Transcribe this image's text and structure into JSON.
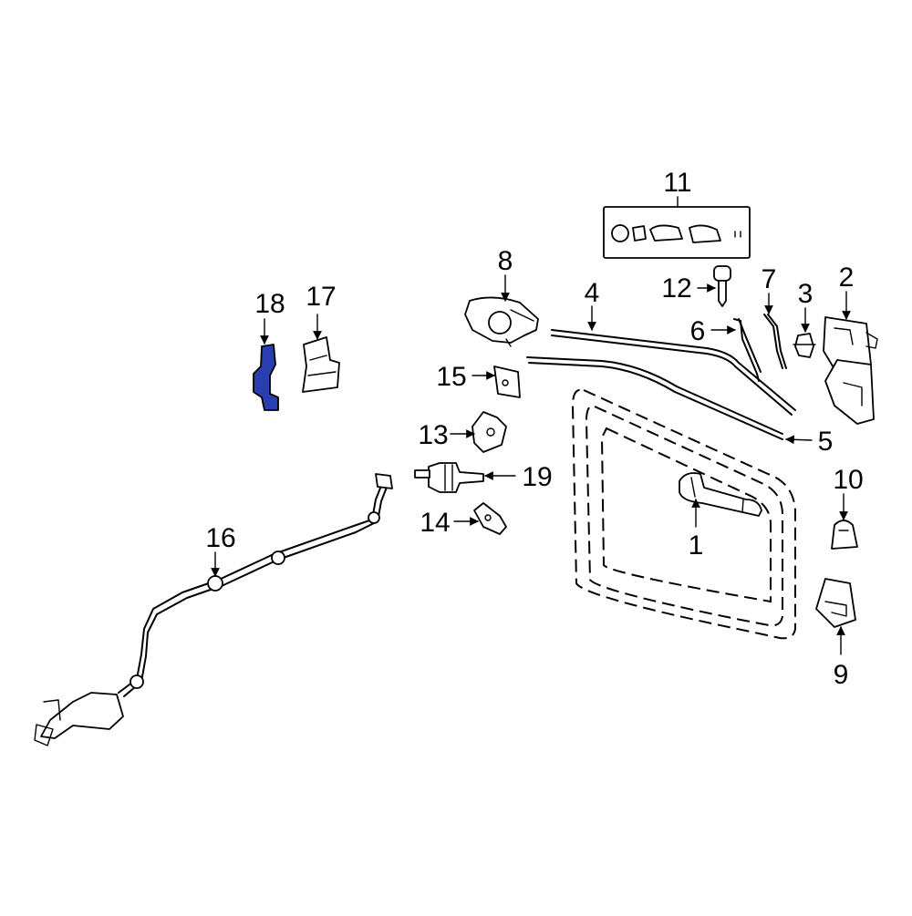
{
  "diagram": {
    "highlighted_part": "18",
    "highlight_color": "#2a3eb1",
    "callouts": {
      "c1": "1",
      "c2": "2",
      "c3": "3",
      "c4": "4",
      "c5": "5",
      "c6": "6",
      "c7": "7",
      "c8": "8",
      "c9": "9",
      "c10": "10",
      "c11": "11",
      "c12": "12",
      "c13": "13",
      "c14": "14",
      "c15": "15",
      "c16": "16",
      "c17": "17",
      "c18": "18",
      "c19": "19"
    }
  }
}
